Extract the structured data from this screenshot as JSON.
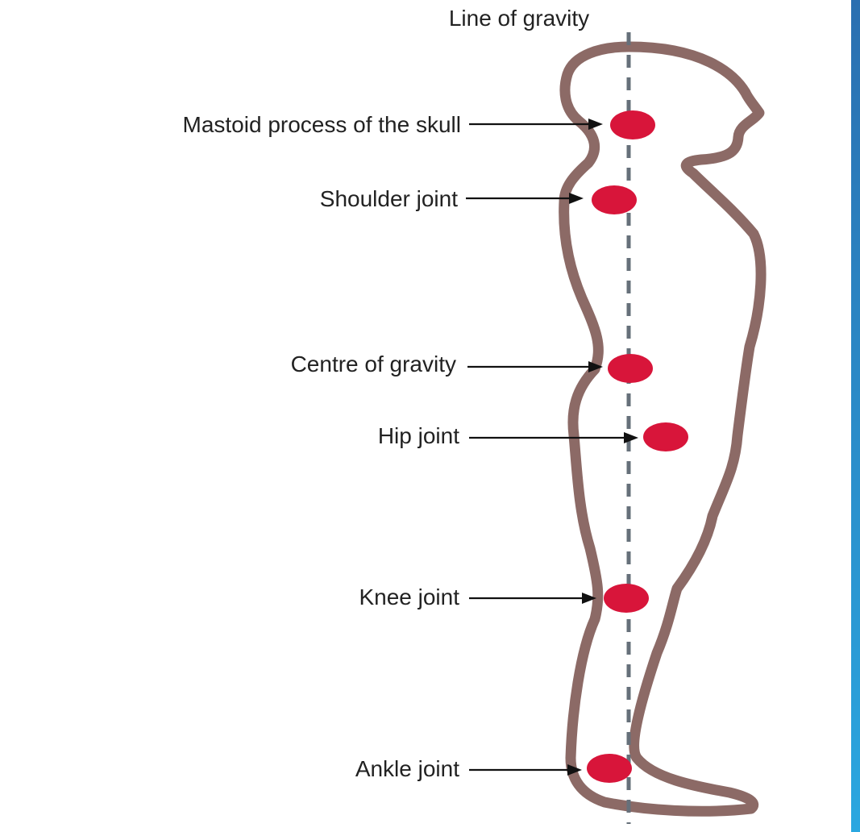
{
  "diagram": {
    "line_label": "Line of gravity",
    "labels": [
      {
        "id": "mastoid",
        "text": "Mastoid process of the skull"
      },
      {
        "id": "shoulder",
        "text": "Shoulder joint"
      },
      {
        "id": "centre",
        "text": "Centre of gravity"
      },
      {
        "id": "hip",
        "text": "Hip joint"
      },
      {
        "id": "knee",
        "text": "Knee joint"
      },
      {
        "id": "ankle",
        "text": "Ankle joint"
      }
    ]
  },
  "colors": {
    "outline": "#8c6a66",
    "marker": "#d8153a",
    "gravity_line": "#66707a",
    "arrow": "#111111",
    "text": "#222222",
    "side_bar_top": "#2a6fb0",
    "side_bar_bottom": "#2aa7e0"
  }
}
